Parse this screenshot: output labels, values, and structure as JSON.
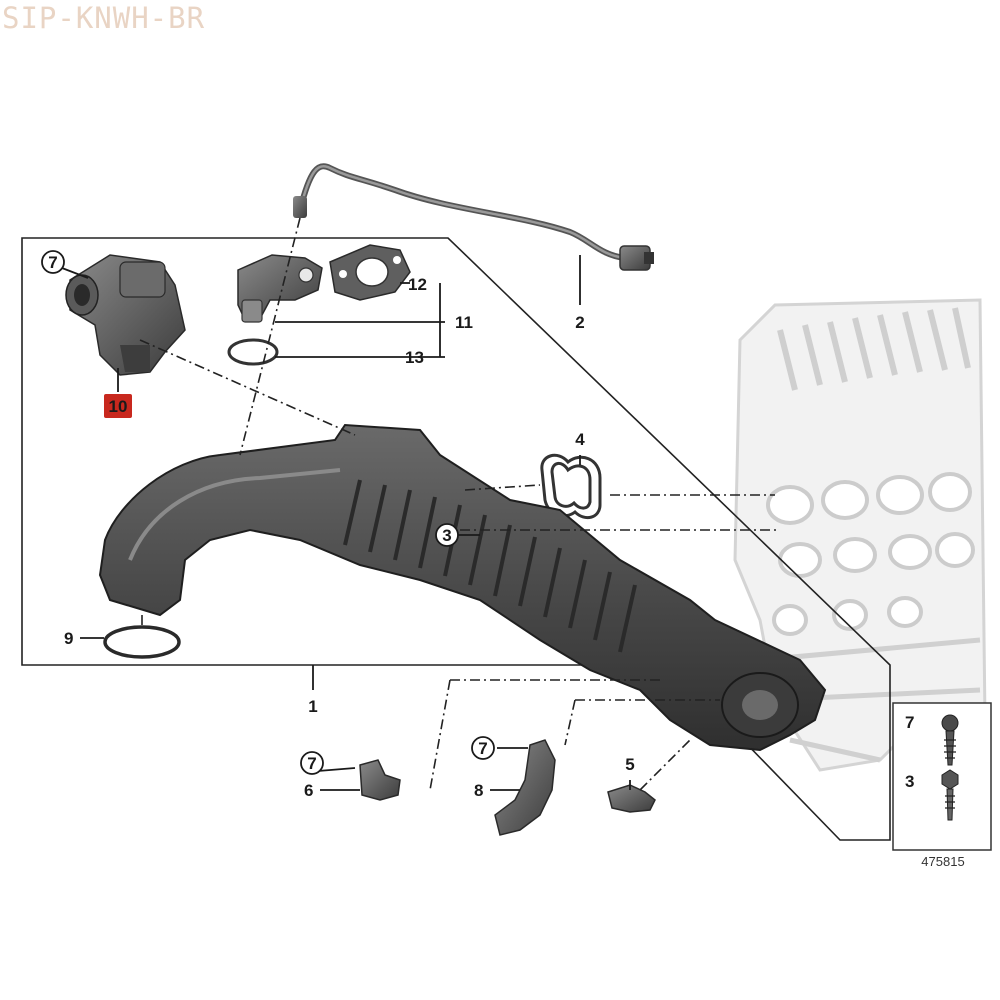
{
  "watermark": "SIP-KNWH-BR",
  "diagram_number": "475815",
  "callouts": {
    "c1": "1",
    "c2": "2",
    "c3": "3",
    "c4": "4",
    "c5": "5",
    "c6": "6",
    "c7": "7",
    "c8": "8",
    "c9": "9",
    "c10": "10",
    "c11": "11",
    "c12": "12",
    "c13": "13"
  },
  "legend": {
    "item_a": "7",
    "item_b": "3"
  },
  "colors": {
    "highlight": "#c8281e",
    "part_dark": "#474747",
    "engine_ghost": "#d8d8d8"
  }
}
